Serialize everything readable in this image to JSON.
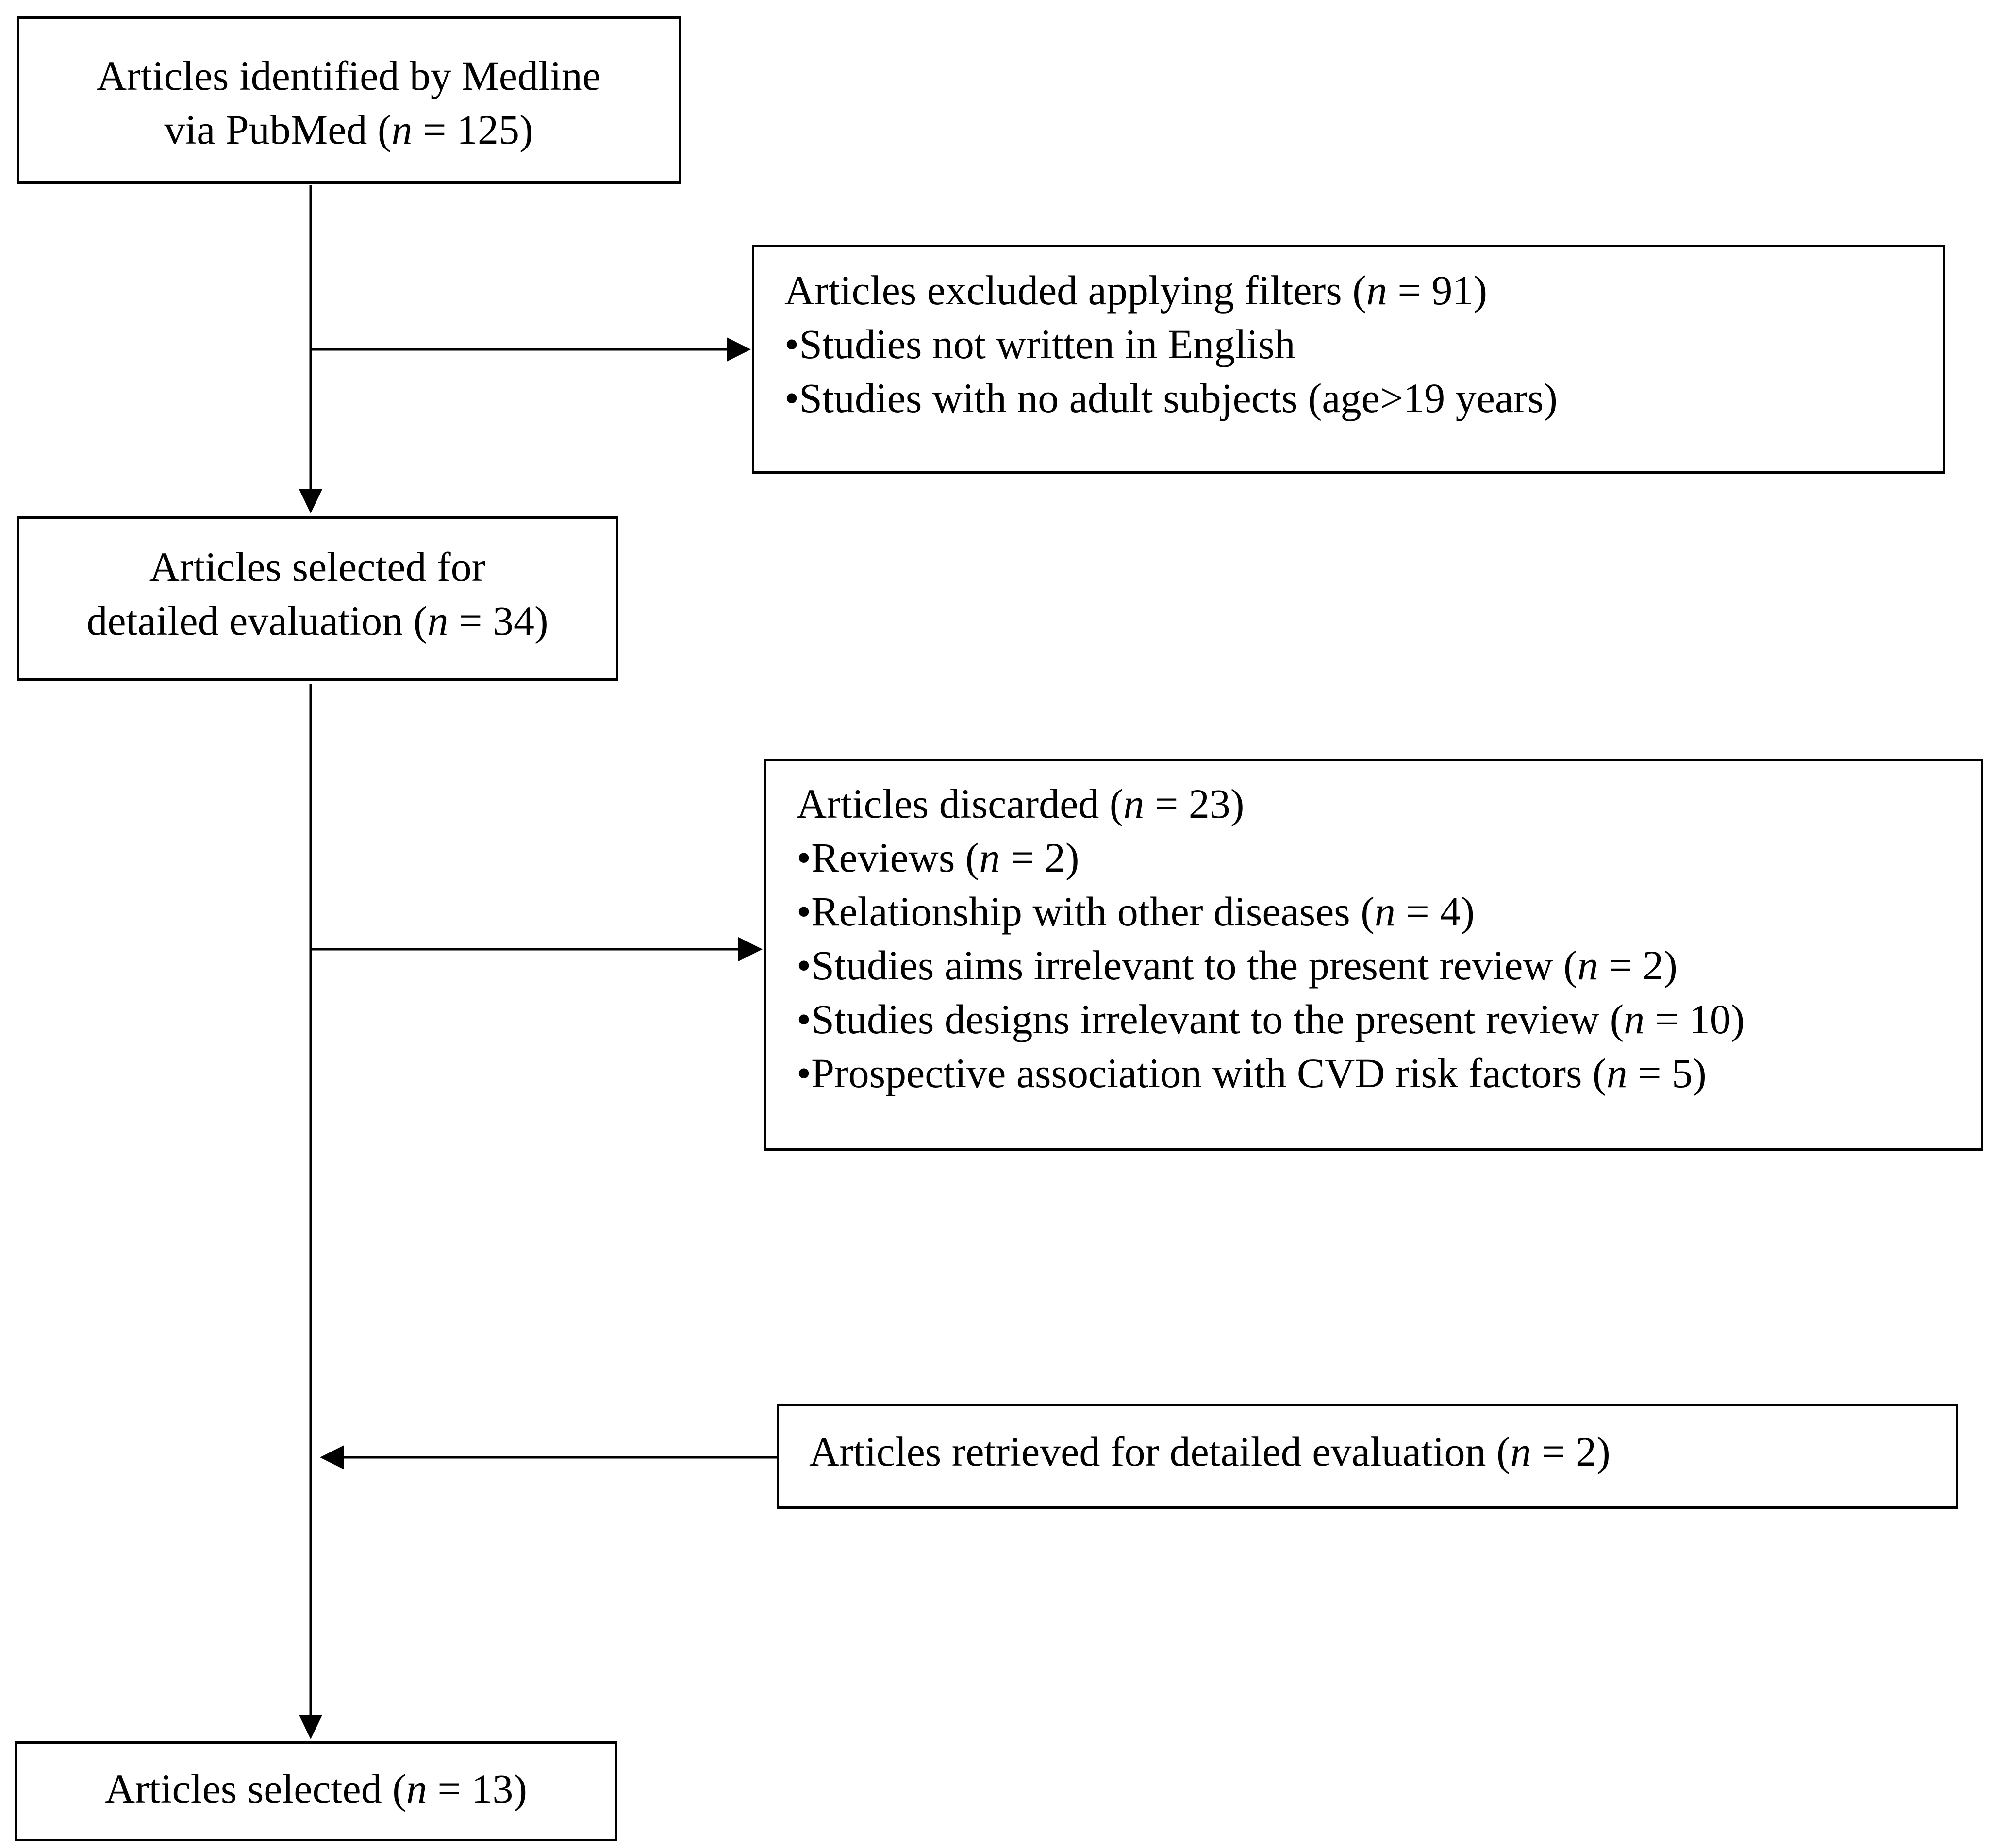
{
  "boxes": {
    "identified": {
      "lines": [
        {
          "pre": "Articles identified by Medline",
          "n": "",
          "post": ""
        },
        {
          "pre": "via PubMed (",
          "n": "n",
          "post": " = 125)"
        }
      ]
    },
    "excluded": {
      "title": {
        "pre": "Articles excluded applying filters (",
        "n": "n",
        "post": " = 91)"
      },
      "bullet": "•",
      "items": [
        {
          "pre": "Studies not written in English",
          "n": "",
          "post": ""
        },
        {
          "pre": "Studies with no adult subjects (age>19 years)",
          "n": "",
          "post": ""
        }
      ]
    },
    "selected_eval": {
      "lines": [
        {
          "pre": "Articles selected for",
          "n": "",
          "post": ""
        },
        {
          "pre": "detailed evaluation (",
          "n": "n",
          "post": " = 34)"
        }
      ]
    },
    "discarded": {
      "title": {
        "pre": "Articles discarded (",
        "n": "n",
        "post": " = 23)"
      },
      "bullet": "•",
      "items": [
        {
          "pre": "Reviews (",
          "n": "n",
          "post": " = 2)"
        },
        {
          "pre": "Relationship with other diseases (",
          "n": "n",
          "post": " = 4)"
        },
        {
          "pre": "Studies aims irrelevant to the present review (",
          "n": "n",
          "post": " = 2)"
        },
        {
          "pre": "Studies designs irrelevant to the present review (",
          "n": "n",
          "post": " = 10)"
        },
        {
          "pre": "Prospective association with CVD risk factors (",
          "n": "n",
          "post": " = 5)"
        }
      ]
    },
    "retrieved": {
      "lines": [
        {
          "pre": "Articles retrieved for detailed evaluation (",
          "n": "n",
          "post": " = 2)"
        }
      ]
    },
    "final": {
      "lines": [
        {
          "pre": "Articles selected (",
          "n": "n",
          "post": " = 13)"
        }
      ]
    }
  },
  "colors": {
    "stroke": "#000000",
    "background": "#ffffff"
  }
}
